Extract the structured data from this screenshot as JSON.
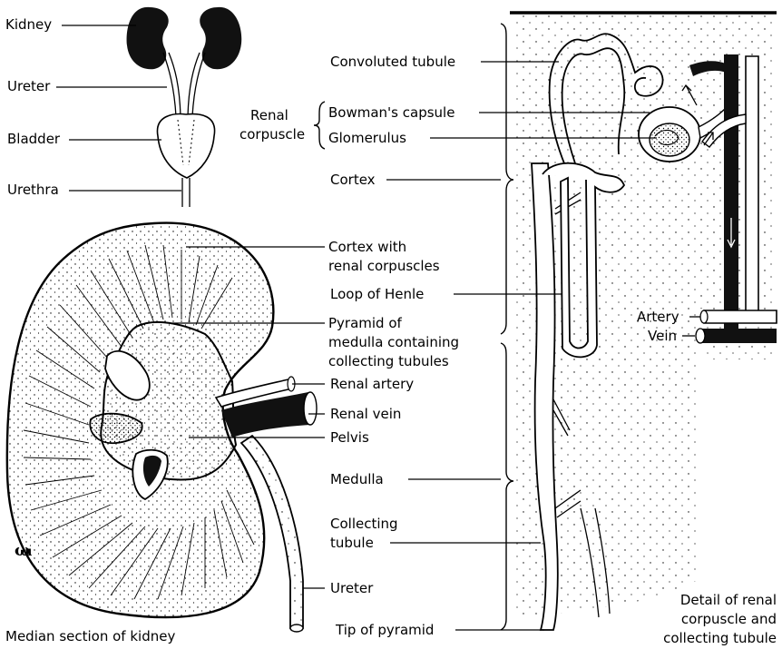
{
  "left_top": {
    "kidney": "Kidney",
    "ureter": "Ureter",
    "bladder": "Bladder",
    "urethra": "Urethra"
  },
  "kidney_section": {
    "cortex_line1": "Cortex with",
    "cortex_line2": "renal corpuscles",
    "pyramid_line1": "Pyramid of",
    "pyramid_line2": "medulla containing",
    "pyramid_line3": "collecting tubules",
    "renal_artery": "Renal artery",
    "renal_vein": "Renal vein",
    "pelvis": "Pelvis",
    "ureter": "Ureter",
    "caption": "Median section of kidney",
    "signature": "ω"
  },
  "detail": {
    "convoluted_tubule": "Convoluted tubule",
    "renal_line1": "Renal",
    "renal_line2": "corpuscle",
    "bowmans_capsule": "Bowman's capsule",
    "glomerulus": "Glomerulus",
    "cortex": "Cortex",
    "loop_of_henle": "Loop of Henle",
    "artery": "Artery",
    "vein": "Vein",
    "medulla": "Medulla",
    "collecting_line1": "Collecting",
    "collecting_line2": "tubule",
    "tip_of_pyramid": "Tip of pyramid",
    "caption_line1": "Detail of renal",
    "caption_line2": "corpuscle and",
    "caption_line3": "collecting tubule"
  }
}
